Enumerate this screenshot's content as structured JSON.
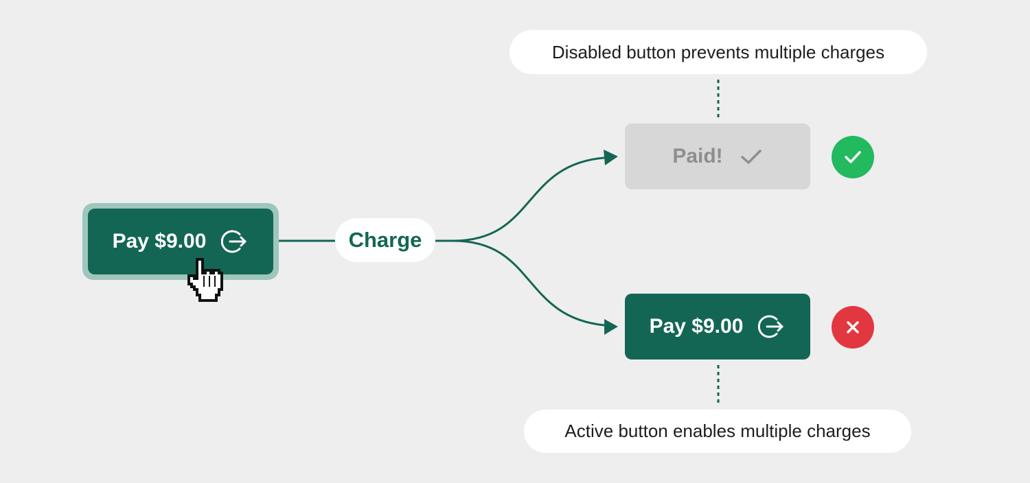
{
  "source_button": {
    "label": "Pay $9.00",
    "icon": "exit-arrow-icon"
  },
  "action_label": "Charge",
  "outcome_disabled": {
    "label": "Paid!",
    "icon": "check-icon",
    "status_icon": "success-check-icon",
    "note": "Disabled button prevents multiple charges"
  },
  "outcome_active": {
    "label": "Pay $9.00",
    "icon": "exit-arrow-icon",
    "status_icon": "error-x-icon",
    "note": "Active button enables multiple charges"
  },
  "colors": {
    "primary": "#146654",
    "focus_ring": "#9ec6bd",
    "disabled_bg": "#d7d7d7",
    "disabled_text": "#8e8e8e",
    "success": "#22b95f",
    "error": "#e3373f",
    "background": "#eeeeee"
  }
}
